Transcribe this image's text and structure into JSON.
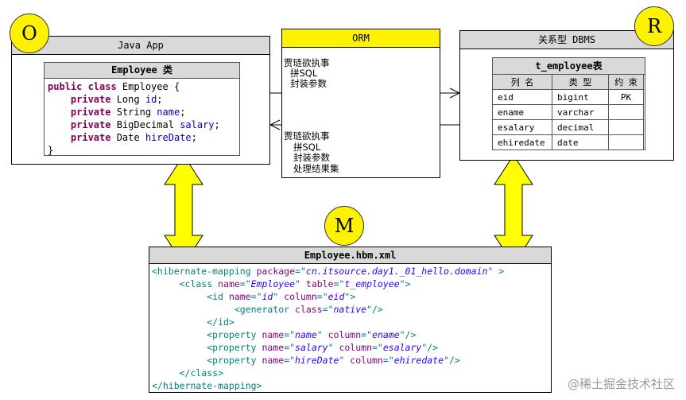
{
  "labels": {
    "o": "O",
    "r": "R",
    "m": "M"
  },
  "java_app": {
    "title": "Java App",
    "class_box_title": "Employee 类",
    "code_lines": [
      {
        "parts": [
          {
            "t": "public class",
            "c": "kw"
          },
          {
            "t": " Employee {",
            "c": ""
          }
        ]
      },
      {
        "parts": [
          {
            "t": "    private",
            "c": "kw"
          },
          {
            "t": " Long ",
            "c": ""
          },
          {
            "t": "id",
            "c": "fld"
          },
          {
            "t": ";",
            "c": ""
          }
        ]
      },
      {
        "parts": [
          {
            "t": "    private",
            "c": "kw"
          },
          {
            "t": " String ",
            "c": ""
          },
          {
            "t": "name",
            "c": "fld"
          },
          {
            "t": ";",
            "c": ""
          }
        ]
      },
      {
        "parts": [
          {
            "t": "    private",
            "c": "kw"
          },
          {
            "t": " BigDecimal ",
            "c": ""
          },
          {
            "t": "salary",
            "c": "fld"
          },
          {
            "t": ";",
            "c": ""
          }
        ]
      },
      {
        "parts": [
          {
            "t": "    private",
            "c": "kw"
          },
          {
            "t": " Date ",
            "c": ""
          },
          {
            "t": "hireDate",
            "c": "fld"
          },
          {
            "t": ";",
            "c": ""
          }
        ]
      },
      {
        "parts": [
          {
            "t": "}",
            "c": ""
          }
        ]
      }
    ]
  },
  "orm": {
    "title": "ORM",
    "top_lines": [
      "贾琏欲执事",
      "拼SQL",
      "封装参数"
    ],
    "bottom_lines": [
      "贾琏欲执事",
      "拼SQL",
      "封装参数",
      "处理结果集"
    ]
  },
  "dbms": {
    "title": "关系型 DBMS",
    "table_title": "t_employee表",
    "headers": [
      "列  名",
      "类  型",
      "约 束"
    ],
    "rows": [
      [
        "eid",
        "bigint",
        "PK"
      ],
      [
        "ename",
        "varchar",
        ""
      ],
      [
        "esalary",
        "decimal",
        ""
      ],
      [
        "ehiredate",
        "date",
        ""
      ]
    ]
  },
  "mapping": {
    "title": "Employee.hbm.xml",
    "lines": [
      {
        "parts": [
          {
            "t": "<hibernate-mapping ",
            "c": "tag"
          },
          {
            "t": "package",
            "c": "attr"
          },
          {
            "t": "=\"",
            "c": "tag"
          },
          {
            "t": "cn.itsource.day1._01_hello.domain",
            "c": "val"
          },
          {
            "t": "\" >",
            "c": "tag"
          }
        ]
      },
      {
        "parts": [
          {
            "t": "     <class ",
            "c": "tag"
          },
          {
            "t": "name",
            "c": "attr"
          },
          {
            "t": "=\"",
            "c": "tag"
          },
          {
            "t": "Employee",
            "c": "val"
          },
          {
            "t": "\" ",
            "c": "tag"
          },
          {
            "t": "table",
            "c": "attr"
          },
          {
            "t": "=\"",
            "c": "tag"
          },
          {
            "t": "t_employee",
            "c": "val"
          },
          {
            "t": "\">",
            "c": "tag"
          }
        ]
      },
      {
        "parts": [
          {
            "t": "          <id ",
            "c": "tag"
          },
          {
            "t": "name",
            "c": "attr"
          },
          {
            "t": "=\"",
            "c": "tag"
          },
          {
            "t": "id",
            "c": "val"
          },
          {
            "t": "\" ",
            "c": "tag"
          },
          {
            "t": "column",
            "c": "attr"
          },
          {
            "t": "=\"",
            "c": "tag"
          },
          {
            "t": "eid",
            "c": "val"
          },
          {
            "t": "\">",
            "c": "tag"
          }
        ]
      },
      {
        "parts": [
          {
            "t": "               <generator ",
            "c": "tag"
          },
          {
            "t": "class",
            "c": "attr"
          },
          {
            "t": "=\"",
            "c": "tag"
          },
          {
            "t": "native",
            "c": "val"
          },
          {
            "t": "\"/>",
            "c": "tag"
          }
        ]
      },
      {
        "parts": [
          {
            "t": "          </id>",
            "c": "tag"
          }
        ]
      },
      {
        "parts": [
          {
            "t": "          <property ",
            "c": "tag"
          },
          {
            "t": "name",
            "c": "attr"
          },
          {
            "t": "=\"",
            "c": "tag"
          },
          {
            "t": "name",
            "c": "val"
          },
          {
            "t": "\" ",
            "c": "tag"
          },
          {
            "t": "column",
            "c": "attr"
          },
          {
            "t": "=\"",
            "c": "tag"
          },
          {
            "t": "ename",
            "c": "val"
          },
          {
            "t": "\"/>",
            "c": "tag"
          }
        ]
      },
      {
        "parts": [
          {
            "t": "          <property ",
            "c": "tag"
          },
          {
            "t": "name",
            "c": "attr"
          },
          {
            "t": "=\"",
            "c": "tag"
          },
          {
            "t": "salary",
            "c": "val"
          },
          {
            "t": "\" ",
            "c": "tag"
          },
          {
            "t": "column",
            "c": "attr"
          },
          {
            "t": "=\"",
            "c": "tag"
          },
          {
            "t": "esalary",
            "c": "val"
          },
          {
            "t": "\"/>",
            "c": "tag"
          }
        ]
      },
      {
        "parts": [
          {
            "t": "          <property ",
            "c": "tag"
          },
          {
            "t": "name",
            "c": "attr"
          },
          {
            "t": "=\"",
            "c": "tag"
          },
          {
            "t": "hireDate",
            "c": "val"
          },
          {
            "t": "\" ",
            "c": "tag"
          },
          {
            "t": "column",
            "c": "attr"
          },
          {
            "t": "=\"",
            "c": "tag"
          },
          {
            "t": "ehiredate",
            "c": "val"
          },
          {
            "t": "\"/>",
            "c": "tag"
          }
        ]
      },
      {
        "parts": [
          {
            "t": "     </class>",
            "c": "tag"
          }
        ]
      },
      {
        "parts": [
          {
            "t": "</hibernate-mapping>",
            "c": "tag"
          }
        ]
      }
    ]
  },
  "watermark": "@稀土掘金技术社区",
  "colors": {
    "yellow": "#fff200",
    "header_gray": "#d9d9d9",
    "arrow_yellow": "#ffff00"
  }
}
